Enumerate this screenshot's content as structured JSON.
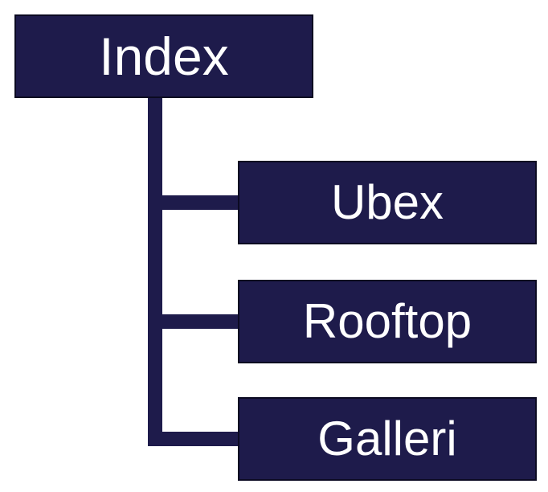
{
  "colors": {
    "node_fill": "#1e1b4b",
    "node_border": "#0b0a22",
    "node_text": "#ffffff",
    "connector": "#1e1b4b",
    "background": "#ffffff"
  },
  "diagram": {
    "root": {
      "label": "Index"
    },
    "children": [
      {
        "label": "Ubex"
      },
      {
        "label": "Rooftop"
      },
      {
        "label": "Galleri"
      }
    ]
  }
}
